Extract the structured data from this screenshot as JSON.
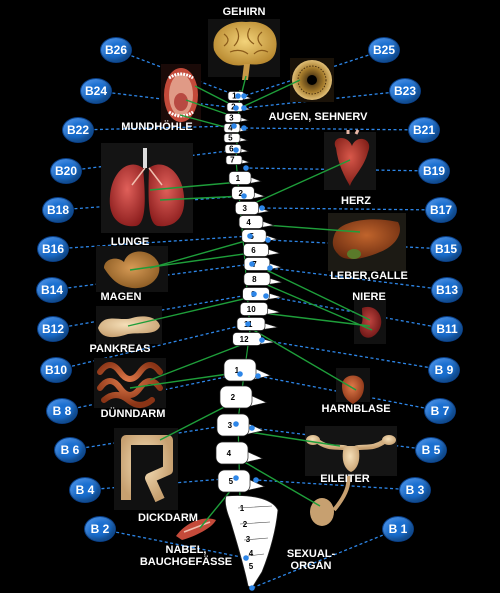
{
  "organs": [
    {
      "key": "gehirn",
      "label": "GEHIRN"
    },
    {
      "key": "augen",
      "label": "AUGEN, SEHNERV"
    },
    {
      "key": "mundhoehle",
      "label": "MUNDHÖHLE"
    },
    {
      "key": "herz",
      "label": "HERZ"
    },
    {
      "key": "lunge",
      "label": "LUNGE"
    },
    {
      "key": "leber",
      "label": "LEBER,GALLE"
    },
    {
      "key": "magen",
      "label": "MAGEN"
    },
    {
      "key": "niere",
      "label": "NIERE"
    },
    {
      "key": "pankreas",
      "label": "PANKREAS"
    },
    {
      "key": "harnblase",
      "label": "HARNBLASE"
    },
    {
      "key": "duenndarm",
      "label": "DÜNNDARM"
    },
    {
      "key": "eileiter",
      "label": "EILEITER"
    },
    {
      "key": "dickdarm",
      "label": "DICKDARM"
    },
    {
      "key": "nabel",
      "label": "NABEL,\nBAUCHGEFÄSSE"
    },
    {
      "key": "sexual",
      "label": "SEXUAL-\nORGAN"
    }
  ],
  "markers": [
    "B26",
    "B25",
    "B24",
    "B23",
    "B22",
    "B21",
    "B20",
    "B19",
    "B18",
    "B17",
    "B16",
    "B15",
    "B14",
    "B13",
    "B12",
    "B11",
    "B10",
    "B 9",
    "B 8",
    "B 7",
    "B 6",
    "B 5",
    "B 4",
    "B 3",
    "B 2",
    "B 1"
  ],
  "vertebra_numbers": {
    "cervical": [
      "1",
      "2",
      "3",
      "4",
      "5",
      "6",
      "7"
    ],
    "thoracic": [
      "1",
      "2",
      "3",
      "4",
      "5",
      "6",
      "7",
      "8",
      "9",
      "10",
      "11",
      "12"
    ],
    "lumbar": [
      "1",
      "2",
      "3",
      "4",
      "5"
    ],
    "sacral": [
      "1",
      "2",
      "3",
      "4",
      "5"
    ]
  },
  "colors": {
    "background": "#000000",
    "marker": "#1a6fd0",
    "dashed_line": "#2d86e8",
    "nerve_line": "#1e9e3a",
    "bone": "#ffffff"
  }
}
